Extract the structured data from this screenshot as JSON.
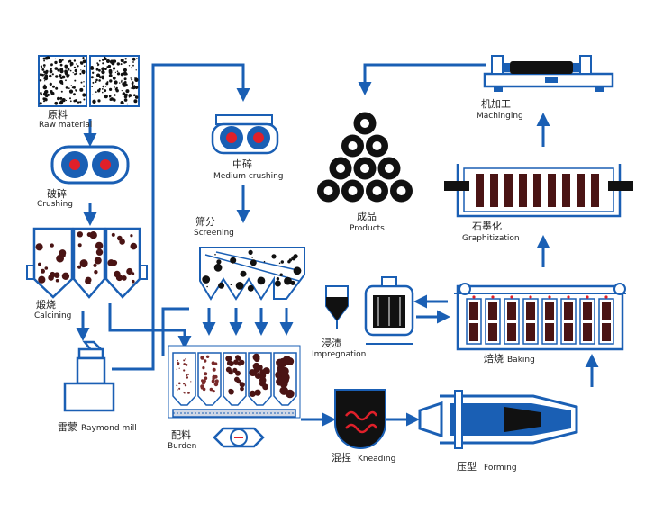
{
  "colors": {
    "flow": "#1a5fb4",
    "equipment_outline": "#1a5fb4",
    "rotor_red": "#e0202a",
    "dark": "#111111",
    "brown": "#4a1414",
    "label": "#222222"
  },
  "stages": {
    "raw_material": {
      "cn": "原料",
      "en": "Raw material"
    },
    "crushing": {
      "cn": "破碎",
      "en": "Crushing"
    },
    "calcining": {
      "cn": "煅烧",
      "en": "Calcining"
    },
    "raymond_mill": {
      "cn": "雷蒙",
      "en": "Raymond mill"
    },
    "medium_crushing": {
      "cn": "中碎",
      "en": "Medium crushing"
    },
    "screening": {
      "cn": "筛分",
      "en": "Screening"
    },
    "burden": {
      "cn": "配料",
      "en": "Burden"
    },
    "kneading": {
      "cn": "混捏",
      "en": "Kneading"
    },
    "forming": {
      "cn": "压型",
      "en": "Forming"
    },
    "baking": {
      "cn": "焙烧",
      "en": "Baking"
    },
    "impregnation": {
      "cn": "浸渍",
      "en": "Impregnation"
    },
    "graphitization": {
      "cn": "石墨化",
      "en": "Graphitization"
    },
    "machining": {
      "cn": "机加工",
      "en": "Machinging"
    },
    "products": {
      "cn": "成品",
      "en": "Products"
    }
  },
  "icons": {
    "raw_material": "speckled-material-icon",
    "crusher": "double-roll-crusher-icon",
    "calciner": "calcining-furnace-icon",
    "mill": "raymond-mill-icon",
    "screen": "vibrating-screen-icon",
    "silos": "burden-silos-icon",
    "mixer": "kneading-mixer-icon",
    "press": "extrusion-press-icon",
    "furnace": "baking-furnace-icon",
    "autoclave": "impregnation-tank-icon",
    "graphitizer": "graphitization-furnace-icon",
    "lathe": "machining-lathe-icon",
    "electrodes": "electrode-stack-icon"
  }
}
